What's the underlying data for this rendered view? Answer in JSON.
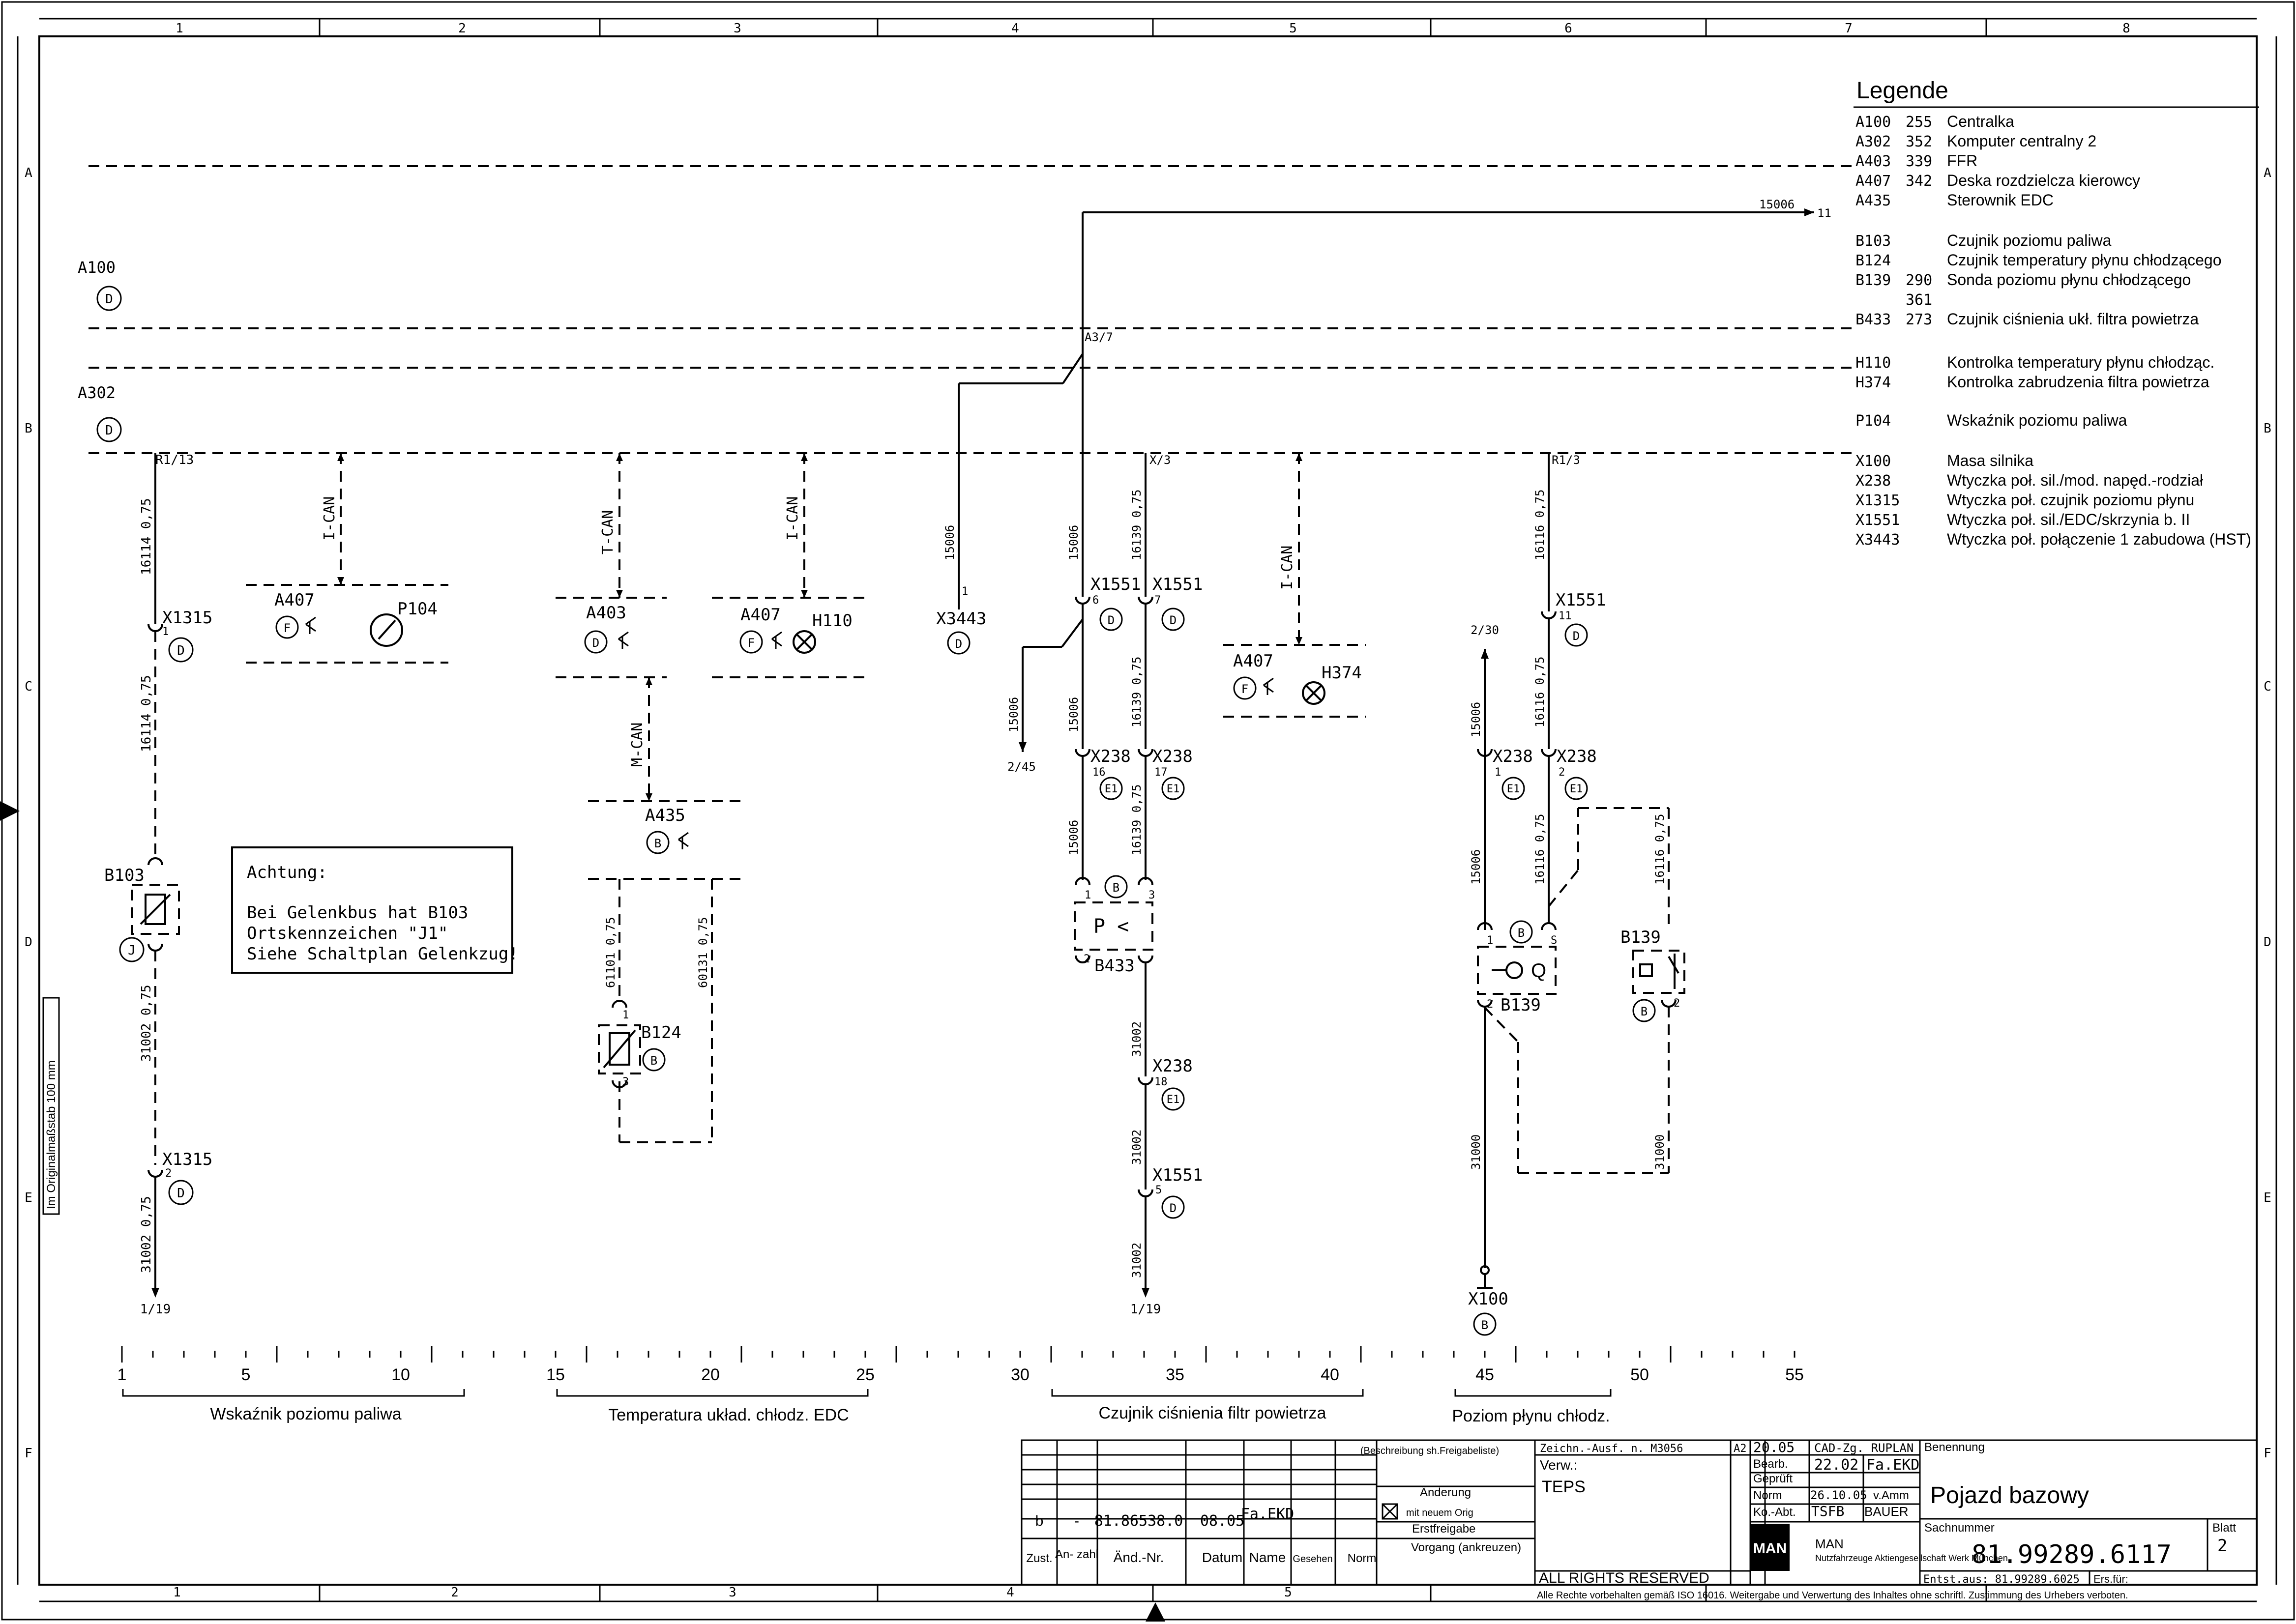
{
  "frame": {
    "columns": [
      "1",
      "2",
      "3",
      "4",
      "5",
      "6",
      "7",
      "8"
    ],
    "rows": [
      "A",
      "B",
      "C",
      "D",
      "E",
      "F"
    ],
    "side_scale_label": "Im Originalmaßstab 100 mm"
  },
  "legend": {
    "title": "Legende",
    "items": [
      {
        "code": "A100",
        "num": "255",
        "desc": "Centralka"
      },
      {
        "code": "A302",
        "num": "352",
        "desc": "Komputer centralny 2"
      },
      {
        "code": "A403",
        "num": "339",
        "desc": "FFR"
      },
      {
        "code": "A407",
        "num": "342",
        "desc": "Deska rozdzielcza kierowcy"
      },
      {
        "code": "A435",
        "num": "",
        "desc": "Sterownik EDC"
      },
      {
        "code": "B103",
        "num": "",
        "desc": "Czujnik poziomu paliwa"
      },
      {
        "code": "B124",
        "num": "",
        "desc": "Czujnik temperatury płynu chłodzącego"
      },
      {
        "code": "B139",
        "num": "290",
        "desc": "Sonda poziomu płynu chłodzącego"
      },
      {
        "code": "",
        "num": "361",
        "desc": ""
      },
      {
        "code": "B433",
        "num": "273",
        "desc": "Czujnik ciśnienia ukł. filtra powietrza"
      },
      {
        "code": "H110",
        "num": "",
        "desc": "Kontrolka temperatury płynu chłodząc."
      },
      {
        "code": "H374",
        "num": "",
        "desc": "Kontrolka zabrudzenia filtra powietrza"
      },
      {
        "code": "P104",
        "num": "",
        "desc": "Wskaźnik poziomu paliwa"
      },
      {
        "code": "X100",
        "num": "",
        "desc": "Masa silnika"
      },
      {
        "code": "X238",
        "num": "",
        "desc": "Wtyczka poł. sil./mod. napęd.-rodział"
      },
      {
        "code": "X1315",
        "num": "",
        "desc": "Wtyczka poł. czujnik poziomu płynu"
      },
      {
        "code": "X1551",
        "num": "",
        "desc": "Wtyczka poł. sil./EDC/skrzynia b. II"
      },
      {
        "code": "X3443",
        "num": "",
        "desc": "Wtyczka poł. połączenie 1 zabudowa (HST)"
      }
    ]
  },
  "note": {
    "title": "Achtung:",
    "lines": [
      "Bei Gelenkbus hat B103",
      "Ortskennzeichen \"J1\"",
      "Siehe Schaltplan Gelenkzug!"
    ]
  },
  "labels": {
    "a100": "A100",
    "a302": "A302",
    "d": "D",
    "b": "B",
    "f": "F",
    "e1": "E1",
    "j": "J",
    "r113": "R1/13",
    "r13": "R1/3",
    "x3": "X/3",
    "a37": "A3/7",
    "w15006": "15006",
    "w16114": "16114 0,75",
    "w31002": "31002 0,75",
    "w31002b": "31002",
    "w16139": "16139 0,75",
    "w16116": "16116 0,75",
    "w31000": "31000",
    "w61101": "61101 0,75",
    "w60131": "60131 0,75",
    "ican": "I-CAN",
    "tcan": "T-CAN",
    "mcan": "M-CAN",
    "a407": "A407",
    "a403": "A403",
    "a435": "A435",
    "p104": "P104",
    "h110": "H110",
    "h374": "H374",
    "x1315": "X1315",
    "x1551": "X1551",
    "x238": "X238",
    "x3443": "X3443",
    "x100": "X100",
    "b103": "B103",
    "b124": "B124",
    "b433": "B433",
    "b139": "B139",
    "ref119": "1/19",
    "ref245": "2/45",
    "ref230": "2/30",
    "ref11": "11",
    "pin1": "1",
    "pin2": "2",
    "pin3": "3",
    "pin5": "5",
    "pin6": "6",
    "pin7": "7",
    "pin11": "11",
    "pin16": "16",
    "pin17": "17",
    "pin18": "18",
    "pinS": "S",
    "pressure": "P <",
    "qsym": "Q"
  },
  "scale": {
    "ticks": [
      "1",
      "5",
      "10",
      "15",
      "20",
      "25",
      "30",
      "35",
      "40",
      "45",
      "50",
      "55"
    ],
    "groups": [
      "Wskaźnik poziomu paliwa",
      "Temperatura układ. chłodz. EDC",
      "Czujnik ciśnienia filtr powietrza",
      "Poziom płynu chłodz."
    ]
  },
  "titleblock": {
    "rev": {
      "zust": "b",
      "anzahl": "-",
      "aend_nr": "81.86538.0",
      "datum": "08.05",
      "name": "Fa.EKD"
    },
    "headers": {
      "zust": "Zust.",
      "anzahl": "An-\nzahl",
      "aend": "Änd.-Nr.",
      "datum": "Datum",
      "name": "Name",
      "gesehen": "Gesehen",
      "norm": "Norm"
    },
    "beschreibung": "(Beschreibung\nsh.Freigabeliste)",
    "aenderung": "Änderung",
    "mit_neuem": "mit neuem Orig",
    "erstfreigabe": "Erstfreigabe",
    "vorgang": "Vorgang\n(ankreuzen)",
    "zeichn": "Zeichn.-Ausf. n. M3056",
    "a2": "A2",
    "date1": "20.05",
    "cad": "CAD-Zg. RUPLAN",
    "bearb": "Bearb.",
    "bearb_date": "22.02",
    "bearb_name": "Fa.EKD",
    "gepr": "Geprüft",
    "norm": "Norm",
    "norm_date": "26.10.05",
    "norm_name": "v.Amm",
    "koabt": "Ko.-Abt.",
    "koabt_val": "TSFB",
    "koabt_name": "BAUER",
    "verw": "Verw.:",
    "verw_val": "TEPS",
    "benennung_lbl": "Benennung",
    "benennung": "Pojazd bazowy",
    "sachnummer_lbl": "Sachnummer",
    "sachnummer": "81.99289.6117",
    "blatt_lbl": "Blatt",
    "blatt": "2",
    "entst": "Entst.aus: 81.99289.6025",
    "ers": "Ers.für:",
    "company1": "MAN",
    "company2": "Nutzfahrzeuge\nAktiengesellschaft\nWerk München",
    "rights": "ALL RIGHTS RESERVED",
    "footer": "Alle Rechte vorbehalten gemäß ISO 16016. Weitergabe und Verwertung des Inhaltes ohne schriftl. Zustimmung des Urhebers verboten."
  }
}
